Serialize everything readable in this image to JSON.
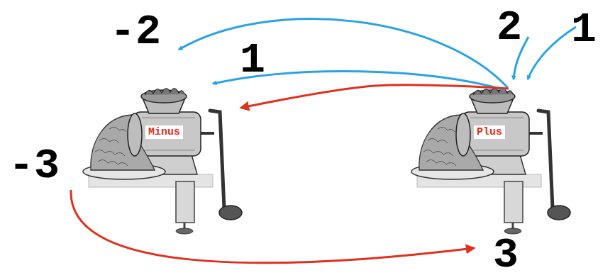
{
  "diagram": {
    "nodes": [
      {
        "text": [
          "Minus"
        ]
      },
      {
        "text": [
          "Plus"
        ]
      }
    ],
    "edges": [
      {
        "from": 1,
        "to": 0,
        "arrow": "to"
      }
    ],
    "labels": [
      "-2",
      "1",
      "2",
      "1",
      "-3",
      "3"
    ]
  }
}
